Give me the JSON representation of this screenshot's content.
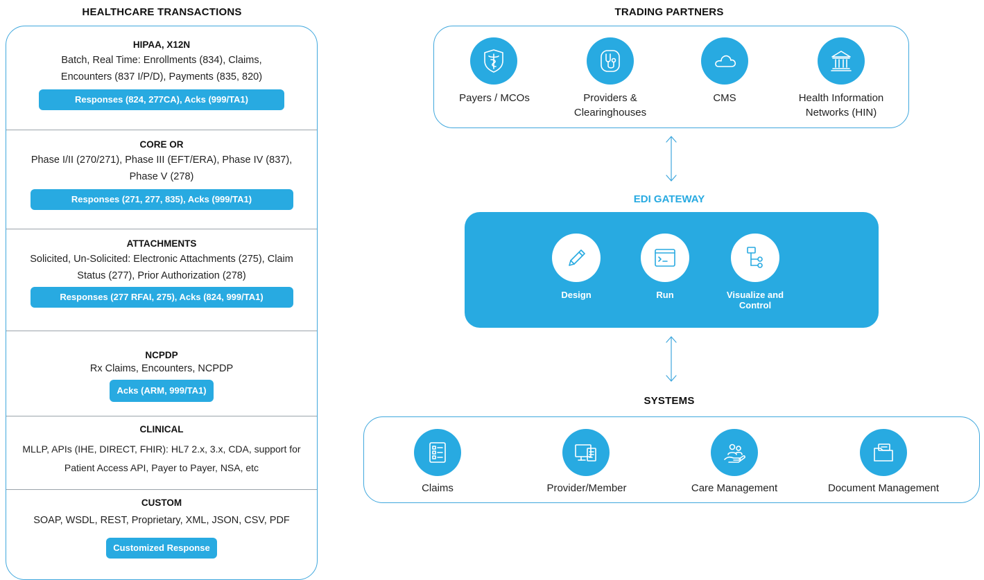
{
  "left": {
    "title": "HEALTHCARE TRANSACTIONS",
    "sections": [
      {
        "title": "HIPAA, X12N",
        "desc": "Batch, Real Time: Enrollments (834), Claims, Encounters (837 I/P/D), Payments (835, 820)",
        "pill": "Responses (824, 277CA), Acks (999/TA1)"
      },
      {
        "title": "CORE OR",
        "desc": "Phase I/II (270/271), Phase III (EFT/ERA), Phase IV (837), Phase V (278)",
        "pill": "Responses (271, 277, 835), Acks (999/TA1)"
      },
      {
        "title": "ATTACHMENTS",
        "desc": "Solicited, Un-Solicited: Electronic Attachments (275), Claim Status (277), Prior Authorization (278)",
        "pill": "Responses (277 RFAI, 275), Acks (824, 999/TA1)"
      },
      {
        "title": "NCPDP",
        "desc": "Rx Claims, Encounters, NCPDP",
        "pill": "Acks (ARM, 999/TA1)"
      },
      {
        "title": "CLINICAL",
        "desc": "MLLP, APIs (IHE, DIRECT, FHIR): HL7 2.x, 3.x, CDA, support for Patient Access API, Payer to Payer, NSA, etc",
        "pill": ""
      },
      {
        "title": "CUSTOM",
        "desc": "SOAP, WSDL, REST, Proprietary, XML, JSON, CSV, PDF",
        "pill": "Customized Response"
      }
    ]
  },
  "partners": {
    "title": "TRADING PARTNERS",
    "items": [
      {
        "label": "Payers / MCOs",
        "icon": "caduceus-shield-icon"
      },
      {
        "label": "Providers & Clearinghouses",
        "icon": "stethoscope-icon"
      },
      {
        "label": "CMS",
        "icon": "cloud-icon"
      },
      {
        "label": "Health Information Networks (HIN)",
        "icon": "building-icon"
      }
    ]
  },
  "gateway": {
    "title": "EDI GATEWAY",
    "items": [
      {
        "label": "Design",
        "icon": "pencil-icon"
      },
      {
        "label": "Run",
        "icon": "terminal-window-icon"
      },
      {
        "label": "Visualize and Control",
        "icon": "flow-tree-icon"
      }
    ]
  },
  "systems": {
    "title": "SYSTEMS",
    "items": [
      {
        "label": "Claims",
        "icon": "checklist-icon"
      },
      {
        "label": "Provider/Member",
        "icon": "monitor-document-icon"
      },
      {
        "label": "Care Management",
        "icon": "hand-people-icon"
      },
      {
        "label": "Document Management",
        "icon": "folder-icon"
      }
    ]
  },
  "colors": {
    "accent": "#28aae1",
    "border": "#3fa7dd",
    "divider": "#9aa3aa"
  }
}
